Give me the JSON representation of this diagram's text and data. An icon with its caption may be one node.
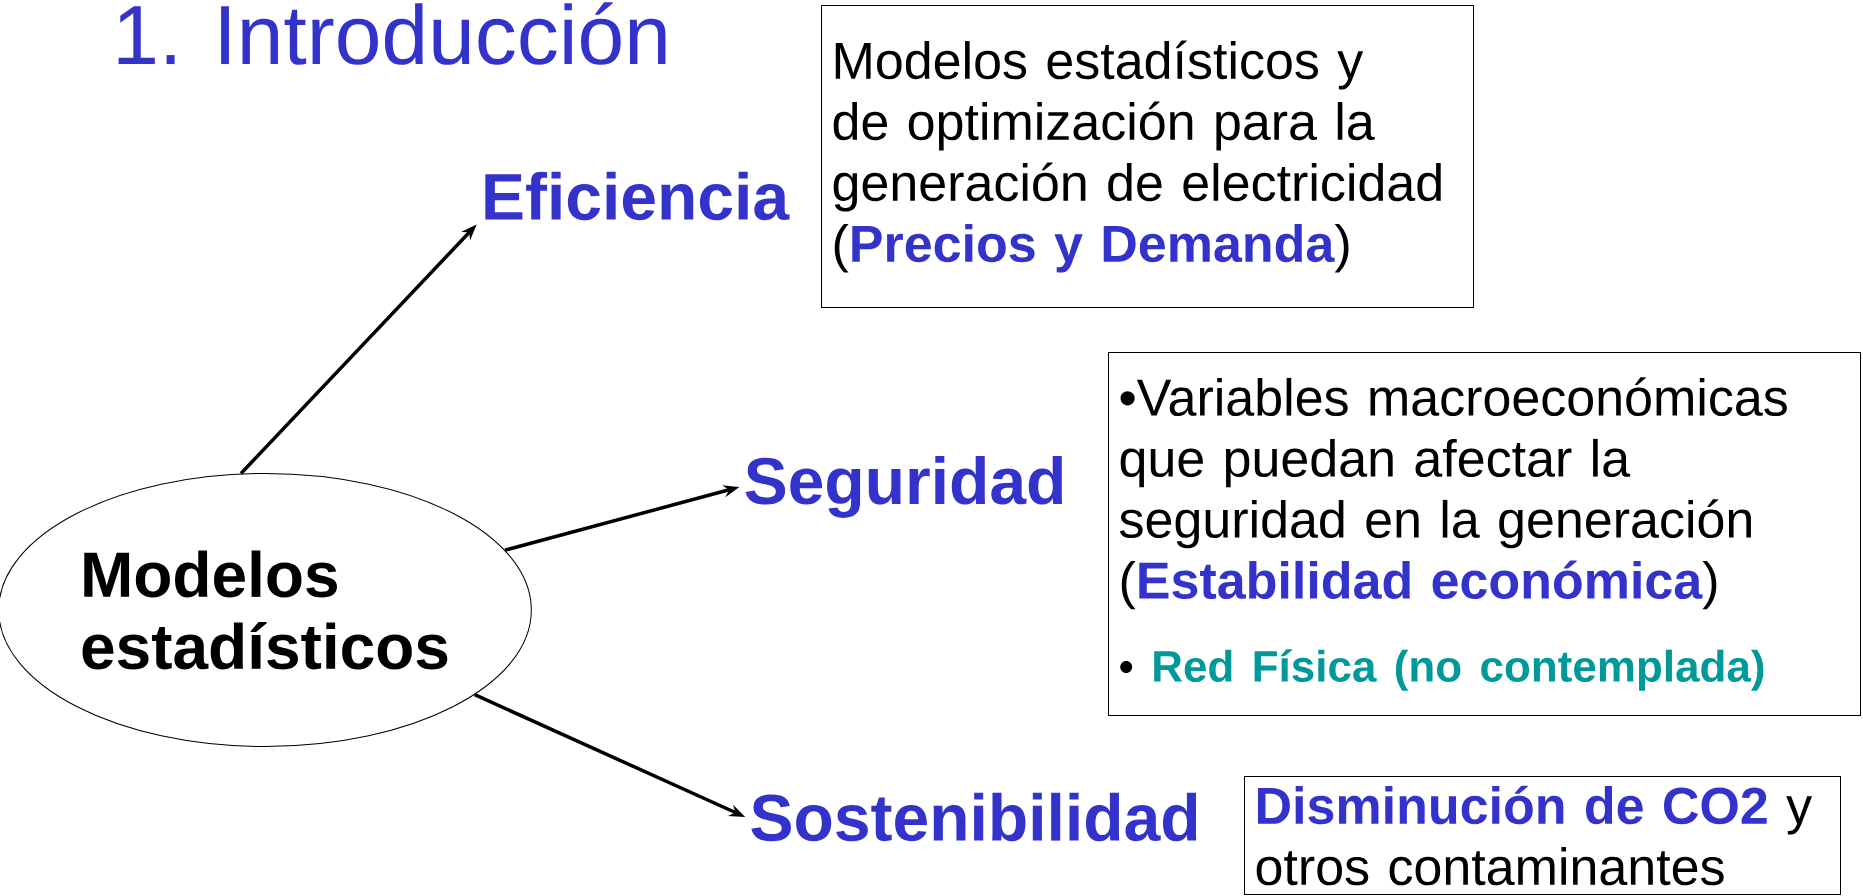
{
  "diagram": {
    "title": "1. Introducción",
    "nodes": [
      {
        "text": [
          "Modelos estadísticos"
        ]
      },
      {
        "text": [
          "Eficiencia"
        ]
      },
      {
        "text": [
          "Seguridad"
        ]
      },
      {
        "text": [
          "Sostenibilidad"
        ]
      },
      {
        "text": [
          "Modelos estadísticos y de optimización para la generación de electricidad (**Precios y Demanda**)"
        ]
      },
      {
        "text": [
          "•Variables macroeconómicas que puedan afectar la seguridad en la generación (**Estabilidad económica**)",
          "• **Red Física (no contemplada)**"
        ]
      },
      {
        "text": [
          "**Disminución de CO2** y otros contaminantes"
        ]
      }
    ],
    "edges": [
      {
        "from": 0,
        "to": 1,
        "arrow": "to"
      },
      {
        "from": 0,
        "to": 2,
        "arrow": "to"
      },
      {
        "from": 0,
        "to": 3,
        "arrow": "to"
      }
    ]
  }
}
